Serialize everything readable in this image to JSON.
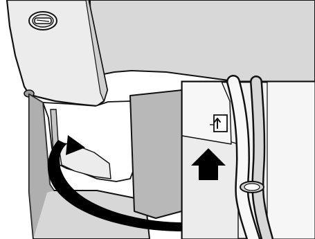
{
  "figure": {
    "kind": "instructional illustration",
    "elements": [
      "knob-icon",
      "front-panel",
      "detail-inset",
      "small-switch-icon",
      "up-arrow-icon",
      "curved-arrow-icon"
    ]
  },
  "colors": {
    "background": "#ffffff",
    "outline": "#111111",
    "light_gray": "#ececec",
    "mid_gray": "#d8d8d8",
    "dark_gray": "#b8b8b8",
    "shadow_gray": "#8e8e8e",
    "black": "#000000"
  }
}
